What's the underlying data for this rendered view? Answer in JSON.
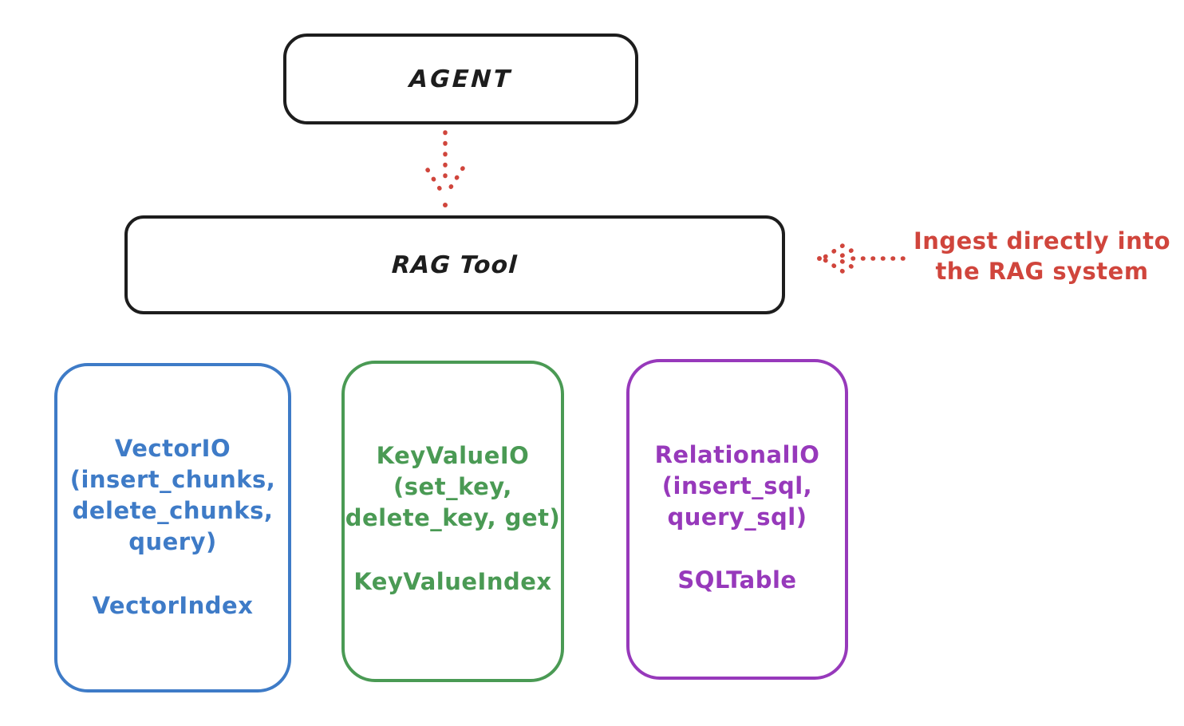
{
  "diagram": {
    "agent": {
      "label": "AGENT"
    },
    "rag_tool": {
      "label": "RAG Tool"
    },
    "annotation": {
      "line1": "Ingest directly into",
      "line2": "the RAG system"
    },
    "storage_boxes": [
      {
        "id": "vector-io",
        "color": "#3e7bc7",
        "lines": [
          "VectorIO",
          "(insert_chunks,",
          "delete_chunks,",
          "query)"
        ],
        "index": "VectorIndex"
      },
      {
        "id": "keyvalue-io",
        "color": "#4a9a54",
        "lines": [
          "KeyValueIO",
          "(set_key,",
          "delete_key, get)"
        ],
        "index": "KeyValueIndex"
      },
      {
        "id": "relational-io",
        "color": "#9739bb",
        "lines": [
          "RelationalIO",
          "(insert_sql,",
          "query_sql)"
        ],
        "index": "SQLTable"
      }
    ],
    "colors": {
      "stroke": "#1d1d1d",
      "red": "#d0453c",
      "blue": "#3e7bc7",
      "green": "#4a9a54",
      "purple": "#9739bb",
      "background": "#ffffff"
    }
  }
}
